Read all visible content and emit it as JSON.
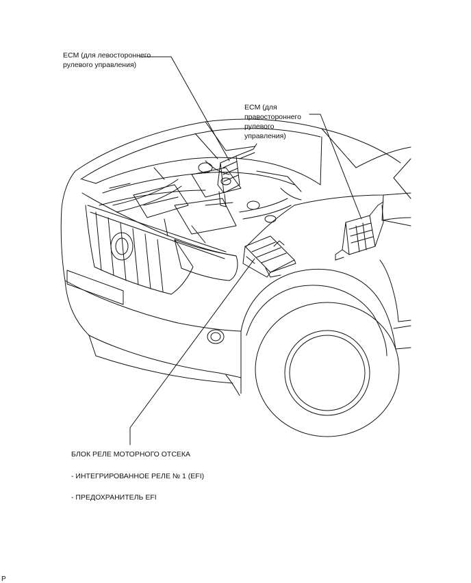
{
  "labels": {
    "ecm_lhd_line1": "ECM (для левостороннего",
    "ecm_lhd_line2": "рулевого управления)",
    "ecm_rhd_line1": "ECM (для",
    "ecm_rhd_line2": "правостороннего",
    "ecm_rhd_line3": "рулевого",
    "ecm_rhd_line4": "управления)",
    "relay_block": "БЛОК РЕЛЕ МОТОРНОГО ОТСЕКА",
    "integrated_relay": "- ИНТЕГРИРОВАННОЕ РЕЛЕ № 1 (EFI)",
    "efi_fuse": "- ПРЕДОХРАНИТЕЛЬ EFI",
    "corner_mark": "P"
  },
  "colors": {
    "line": "#111111",
    "background": "#ffffff"
  }
}
